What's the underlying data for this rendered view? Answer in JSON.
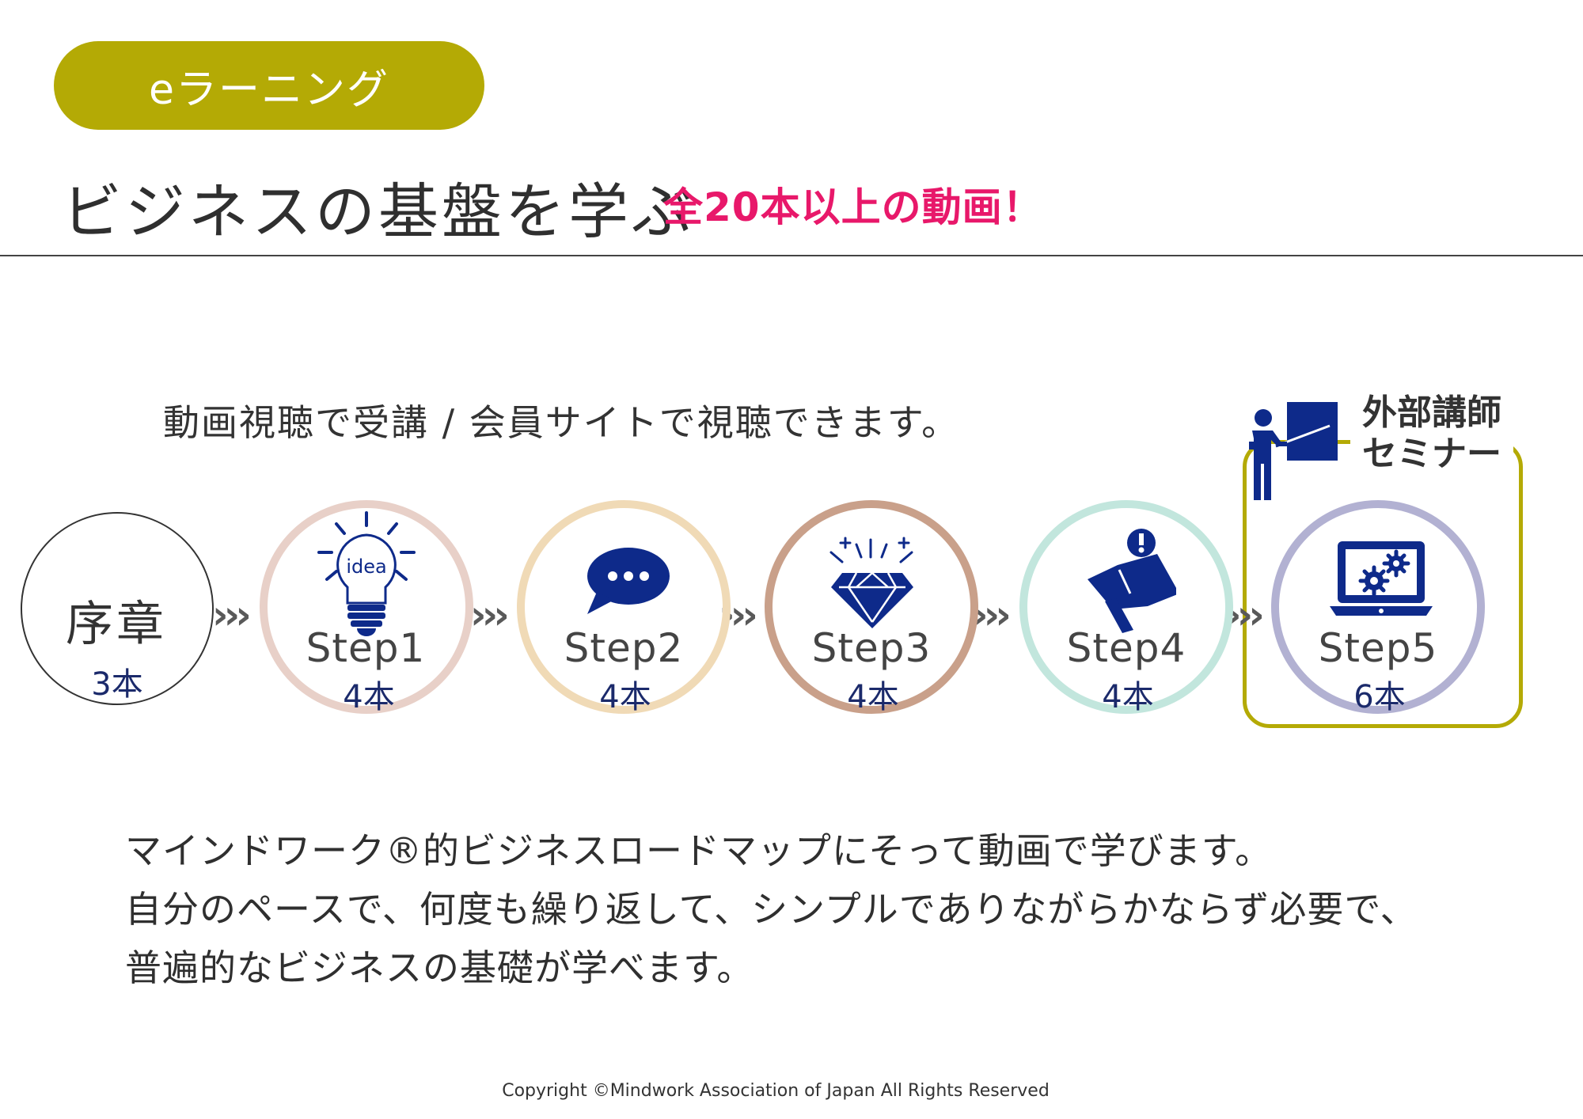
{
  "badge": "eラーニング",
  "title": "ビジネスの基盤を学ぶ",
  "highlight": "全20本以上の動画！",
  "subtitle": "動画視聴で受講 / 会員サイトで視聴できます。",
  "seminar": {
    "line1": "外部講師",
    "line2": "セミナー"
  },
  "prologue": {
    "label": "序章",
    "count": "3本"
  },
  "arrow_symbol": "›››",
  "steps": [
    {
      "label": "Step1",
      "count": "4本",
      "icon_text": "idea",
      "icon": "lightbulb-icon",
      "ring_color": "#e8d0c8"
    },
    {
      "label": "Step2",
      "count": "4本",
      "icon": "speech-bubble-icon",
      "ring_color": "#f0dab6"
    },
    {
      "label": "Step3",
      "count": "4本",
      "icon": "diamond-icon",
      "ring_color": "#c9a08a"
    },
    {
      "label": "Step4",
      "count": "4本",
      "icon": "megaphone-icon",
      "ring_color": "#c2e6dd"
    },
    {
      "label": "Step5",
      "count": "6本",
      "icon": "laptop-gears-icon",
      "ring_color": "#b2b1d2"
    }
  ],
  "body_lines": [
    "マインドワーク®的ビジネスロードマップにそって動画で学びます。",
    "自分のペースで、何度も繰り返して、シンプルでありながらかならず必要で、",
    "普遍的なビジネスの基礎が学べます。"
  ],
  "footer": "Copyright ©Mindwork Association of Japan All Rights Reserved",
  "colors": {
    "accent": "#b4aa05",
    "highlight": "#e8186a",
    "icon": "#0e2a8a"
  }
}
